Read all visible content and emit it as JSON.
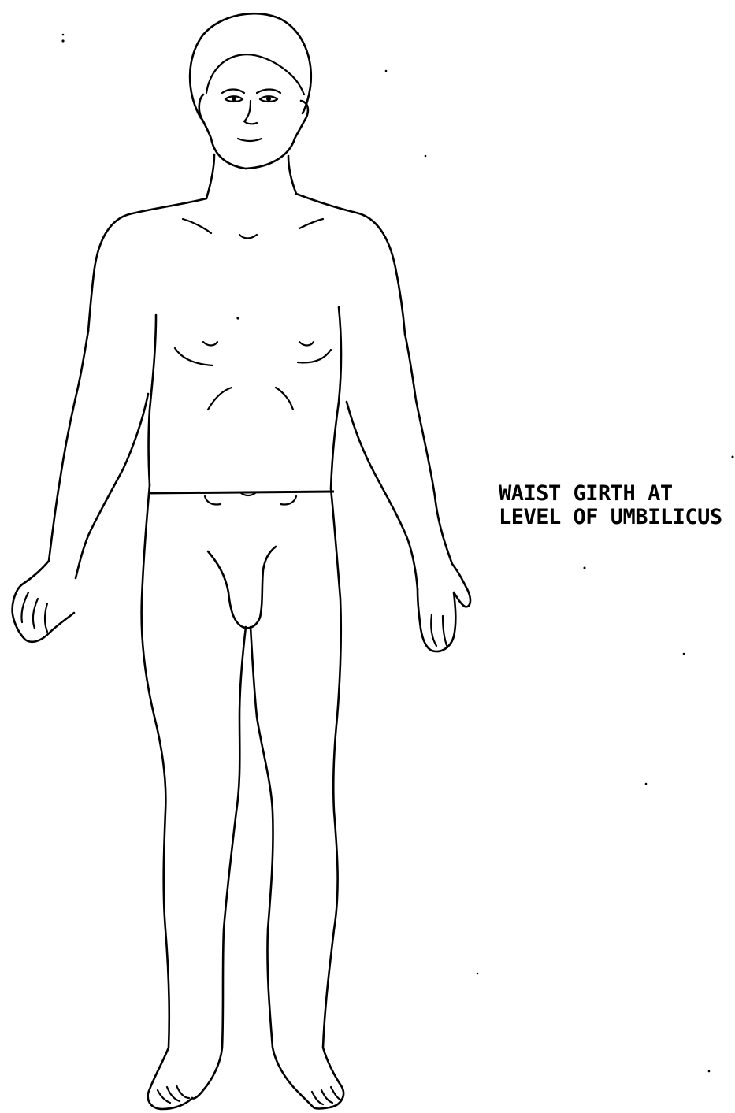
{
  "figure": {
    "subject": "front view of standing male figure",
    "stroke_color": "#000000",
    "background_color": "#ffffff"
  },
  "annotation": {
    "line1": "WAIST GIRTH AT",
    "line2": "LEVEL OF UMBILICUS"
  }
}
